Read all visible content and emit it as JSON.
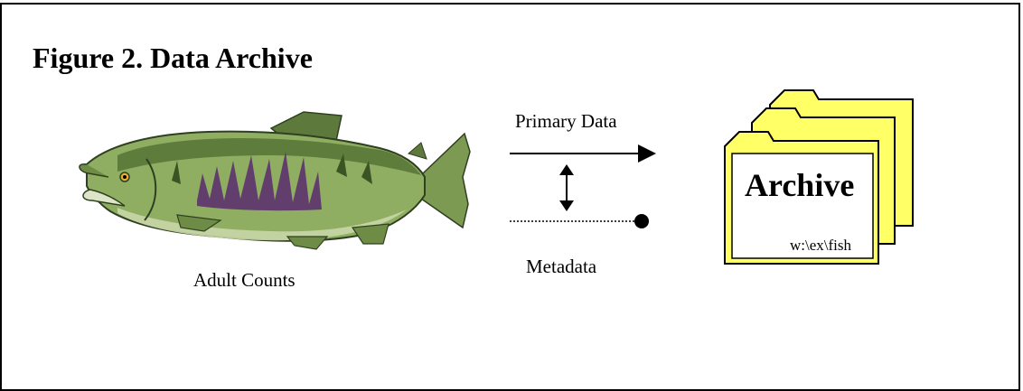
{
  "title": "Figure 2. Data Archive",
  "fish": {
    "label": "Adult Counts",
    "icon": "salmon-icon"
  },
  "flows": {
    "primary_label": "Primary Data",
    "metadata_label": "Metadata"
  },
  "archive": {
    "label": "Archive",
    "path": "w:\\ex\\fish",
    "icon": "folder-stack-icon",
    "folder_color": "#ffff66"
  }
}
